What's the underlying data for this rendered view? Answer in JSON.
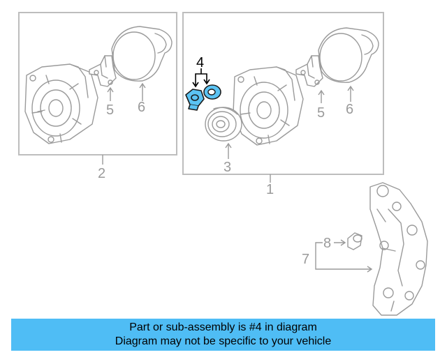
{
  "callouts": {
    "c1": "1",
    "c2": "2",
    "c3": "3",
    "c4": "4",
    "c5a": "5",
    "c5b": "5",
    "c6a": "6",
    "c6b": "6",
    "c7": "7",
    "c8": "8"
  },
  "banner": {
    "line1": "Part or sub-assembly is #4 in diagram",
    "line2": "Diagram may not be specific to your vehicle"
  },
  "colors": {
    "highlight": "#5bc3f3",
    "banner": "#4fbdf5",
    "linework": "#9a9a9a"
  }
}
